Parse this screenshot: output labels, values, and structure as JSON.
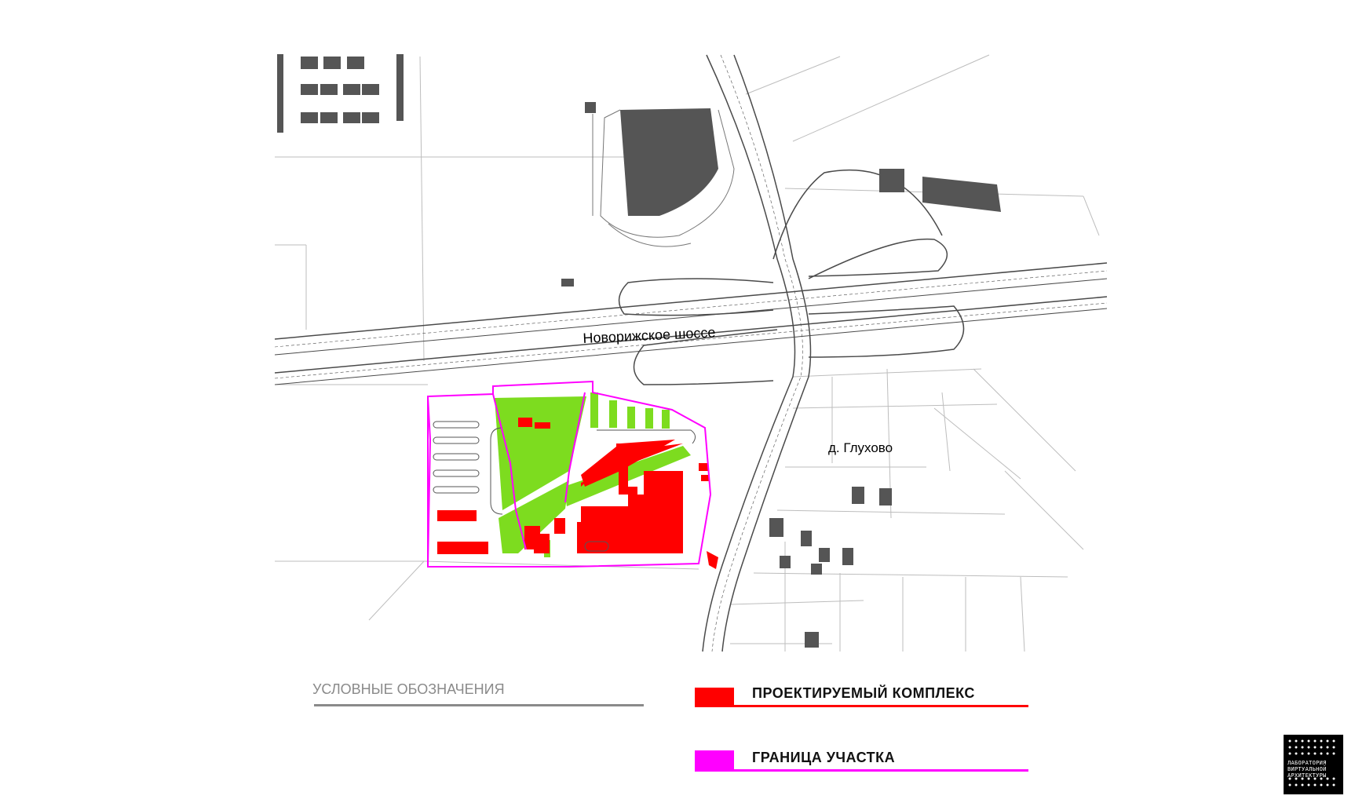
{
  "map": {
    "highway_label": "Новорижское шоссе",
    "village_label": "д. Глухово"
  },
  "legend": {
    "title": "УСЛОВНЫЕ ОБОЗНАЧЕНИЯ",
    "items": [
      {
        "label": "ПРОЕКТИРУЕМЫЙ   КОМПЛЕКС",
        "color": "#ff0000"
      },
      {
        "label": "ГРАНИЦА УЧАСТКА",
        "color": "#ff00ff"
      }
    ]
  },
  "colors": {
    "existing_buildings": "#555555",
    "green_zone": "#7ddc1f",
    "roads": "#4a4a4a",
    "parcels": "#bbbbbb"
  },
  "logo": {
    "text": "ЛАБОРАТОРИЯ ВИРТУАЛЬНОЙ АРХИТЕКТУРЫ"
  }
}
